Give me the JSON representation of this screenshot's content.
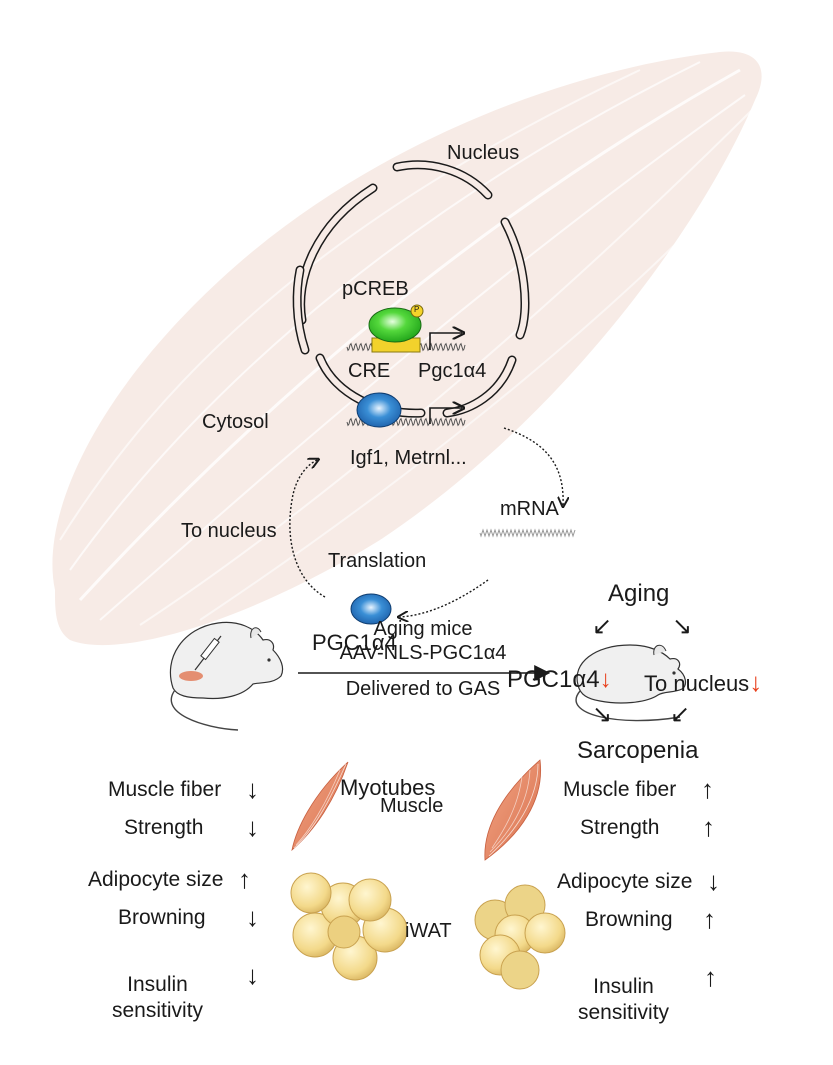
{
  "colors": {
    "muscle_background": "#f7ebe6",
    "muscle_fiber_line": "#ffffff",
    "membrane": "#1a1a1a",
    "pcreb_green": "#3ccc2c",
    "phospho_yellow": "#f5d42a",
    "cre_box": "#f2d22c",
    "blue_protein": "#2f7fc4",
    "muscle_icon": "#e08a6a",
    "fat_cell": "#f3dc8c",
    "red_arrow": "#e8401c",
    "text": "#1a1a1a"
  },
  "cell": {
    "nucleus_label": "Nucleus",
    "cytosol_label": "Cytosol",
    "pcreb_label": "pCREB",
    "phospho_label": "P",
    "cre_label": "CRE",
    "gene1_label": "Pgc1α4",
    "gene2_label": "Igf1, Metrnl...",
    "mrna_label": "mRNA",
    "translation_label": "Translation",
    "protein_label": "PGC1α4",
    "to_nucleus_label": "To nucleus",
    "myotubes_label": "Myotubes"
  },
  "aging_cascade": {
    "top": "Aging",
    "left": "PGC1α4",
    "right": "To nucleus",
    "bottom": "Sarcopenia",
    "down_arrow": "↓",
    "arrow_sw": "↙",
    "arrow_se": "↘"
  },
  "treatment": {
    "line1": "Aging mice",
    "line2": "AAV-NLS-PGC1α4",
    "line3": "Delivered  to GAS"
  },
  "tissues": {
    "muscle_label": "Muscle",
    "iwat_label": "iWAT"
  },
  "before": [
    {
      "label": "Muscle fiber",
      "arrow": "↓"
    },
    {
      "label": "Strength",
      "arrow": "↓"
    },
    {
      "label": "Adipocyte size",
      "arrow": "↑"
    },
    {
      "label": "Browning",
      "arrow": "↓"
    },
    {
      "label": "Insulin\nsensitivity",
      "arrow": "↓"
    }
  ],
  "after": [
    {
      "label": "Muscle fiber",
      "arrow": "↑"
    },
    {
      "label": "Strength",
      "arrow": "↑"
    },
    {
      "label": "Adipocyte size",
      "arrow": "↓"
    },
    {
      "label": "Browning",
      "arrow": "↑"
    },
    {
      "label": "Insulin\nsensitivity",
      "arrow": "↑"
    }
  ]
}
